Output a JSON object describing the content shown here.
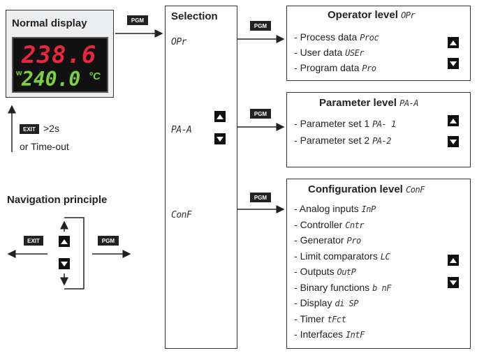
{
  "normal_display": {
    "title": "Normal display",
    "main_value": "238.6",
    "setpoint_prefix": "w",
    "setpoint_value": "240.0",
    "unit": "°C"
  },
  "keys": {
    "pgm": "PGM",
    "exit": "EXIT"
  },
  "exit_hint": {
    "duration": ">2s",
    "or_timeout": "or Time-out"
  },
  "navigation": {
    "title": "Navigation principle"
  },
  "selection": {
    "title": "Selection",
    "items": [
      "OPr",
      "PA-A",
      "ConF"
    ]
  },
  "operator_level": {
    "title": "Operator level",
    "code": "OPr",
    "items": [
      {
        "label": "Process data",
        "code": "Proc"
      },
      {
        "label": "User data",
        "code": "USEr"
      },
      {
        "label": "Program data",
        "code": "Pro"
      }
    ]
  },
  "parameter_level": {
    "title": "Parameter level",
    "code": "PA-A",
    "items": [
      {
        "label": "Parameter set 1",
        "code": "PA- 1"
      },
      {
        "label": "Parameter set 2",
        "code": "PA-2"
      }
    ]
  },
  "configuration_level": {
    "title": "Configuration level",
    "code": "ConF",
    "items": [
      {
        "label": "Analog inputs",
        "code": "InP"
      },
      {
        "label": "Controller",
        "code": "Cntr"
      },
      {
        "label": "Generator",
        "code": "Pro"
      },
      {
        "label": "Limit comparators",
        "code": "LC"
      },
      {
        "label": "Outputs",
        "code": "OutP"
      },
      {
        "label": "Binary functions",
        "code": "b nF"
      },
      {
        "label": "Display",
        "code": "di SP"
      },
      {
        "label": "Timer",
        "code": "tFct"
      },
      {
        "label": "Interfaces",
        "code": "IntF"
      }
    ]
  }
}
